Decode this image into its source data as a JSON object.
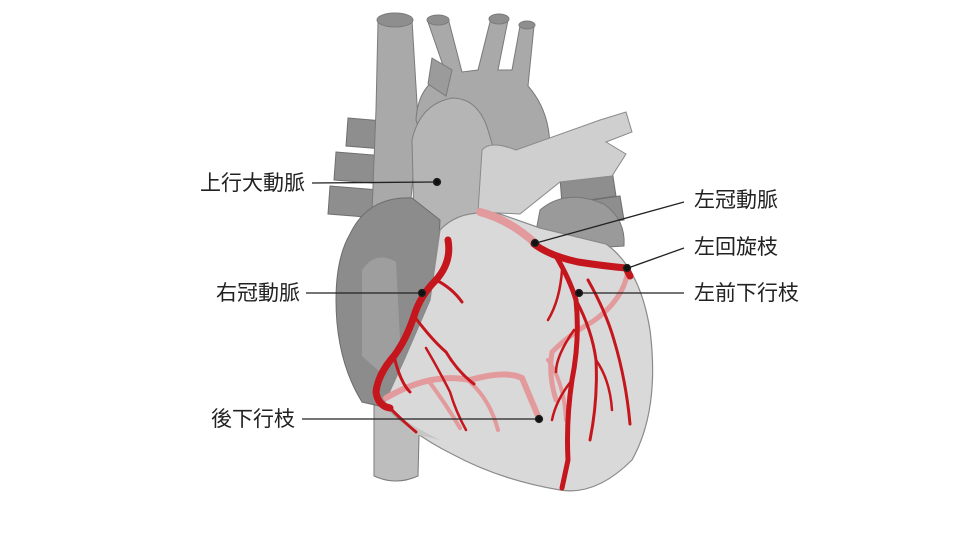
{
  "labels": {
    "ascending_aorta": "上行大動脈",
    "right_coronary_artery": "右冠動脈",
    "posterior_descending_branch": "後下行枝",
    "left_coronary_artery": "左冠動脈",
    "left_circumflex_branch": "左回旋枝",
    "left_anterior_descending_branch": "左前下行枝"
  },
  "colors": {
    "background": "#ffffff",
    "vessel_dark": "#8e8e8e",
    "vessel_mid": "#a9a9a9",
    "vessel_light": "#c6c6c6",
    "heart_surface": "#d9d9d9",
    "right_side_dark": "#8a8a8a",
    "artery_red": "#c4161c",
    "artery_faded": "#e39a9c",
    "leader_line": "#222222"
  }
}
